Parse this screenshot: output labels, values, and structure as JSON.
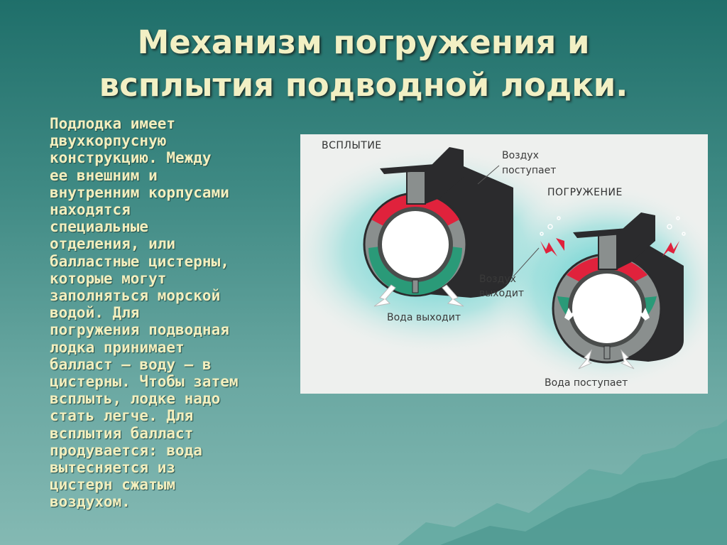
{
  "title": {
    "line1": "Механизм погружения и",
    "line2": "всплытия подводной лодки."
  },
  "body": {
    "lines": [
      "Подлодка имеет",
      "двухкорпусную",
      "конструкцию. Между",
      "ее внешним и",
      "внутренним корпусами",
      "находятся",
      "специальные",
      "отделения, или",
      "балластные цистерны,",
      "которые могут",
      "заполняться морской",
      "водой. Для",
      "погружения подводная",
      "лодка принимает",
      "балласт — воду — в",
      "цистерны. Чтобы затем",
      "всплыть, лодке надо",
      "стать легче. Для",
      "всплытия балласт",
      "продувается: вода",
      "вытесняется из",
      "цистерн сжатым",
      "воздухом."
    ]
  },
  "figure": {
    "surfacing_label": "ВСПЛЫТИЕ",
    "diving_label": "ПОГРУЖЕНИЕ",
    "air_in_line1": "Воздух",
    "air_in_line2": "поступает",
    "air_out_line1": "Воздух",
    "air_out_line2": "выходит",
    "water_out": "Вода выходит",
    "water_in": "Вода поступает"
  },
  "colors": {
    "background_top": "#1f6f6a",
    "title_text": "#f2f0c4",
    "body_text": "#f3efbe",
    "hull_dark": "#2b2b2d",
    "ballast_red": "#e0223c",
    "ballast_water": "#2a9a78",
    "water_glow": "#3ec9c9"
  }
}
